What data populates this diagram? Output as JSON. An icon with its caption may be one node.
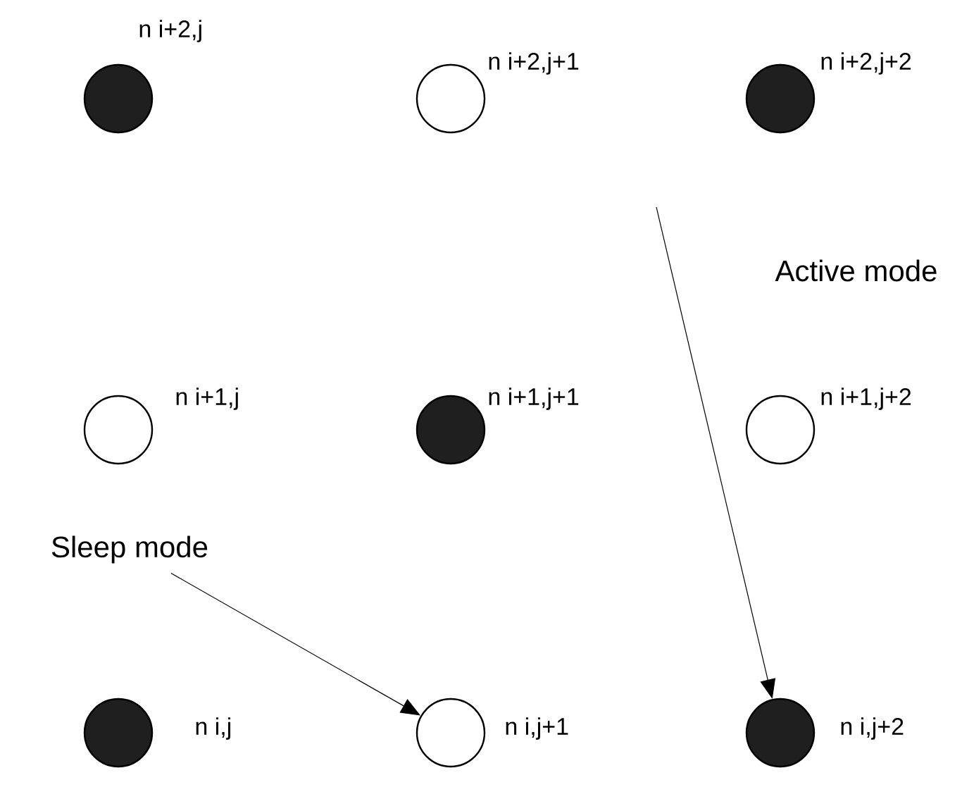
{
  "diagram": {
    "nodes": [
      {
        "text": [],
        "shape": "dot",
        "beside": [
          "n i+2,j"
        ]
      },
      {
        "text": [],
        "shape": "circle",
        "beside": [
          "n i+2,j+1"
        ]
      },
      {
        "text": [],
        "shape": "dot",
        "beside": [
          "n i+2,j+2"
        ]
      },
      {
        "text": [],
        "shape": "circle",
        "beside": [
          "n i+1,j"
        ]
      },
      {
        "text": [],
        "shape": "dot",
        "beside": [
          "n i+1,j+1"
        ]
      },
      {
        "text": [],
        "shape": "circle",
        "beside": [
          "n i+1,j+2"
        ]
      },
      {
        "text": [],
        "shape": "dot",
        "beside": [
          "n i,j"
        ]
      },
      {
        "text": [],
        "shape": "circle",
        "beside": [
          "n i,j+1"
        ]
      },
      {
        "text": [],
        "shape": "dot",
        "beside": [
          "n i,j+2"
        ]
      },
      {
        "text": [
          "Sleep mode"
        ]
      }
    ],
    "edges": [
      {
        "from": 9,
        "to": 7,
        "arrow": "to"
      },
      {
        "from": null,
        "to": 8,
        "arrow": "to",
        "label": "Active mode"
      }
    ]
  }
}
